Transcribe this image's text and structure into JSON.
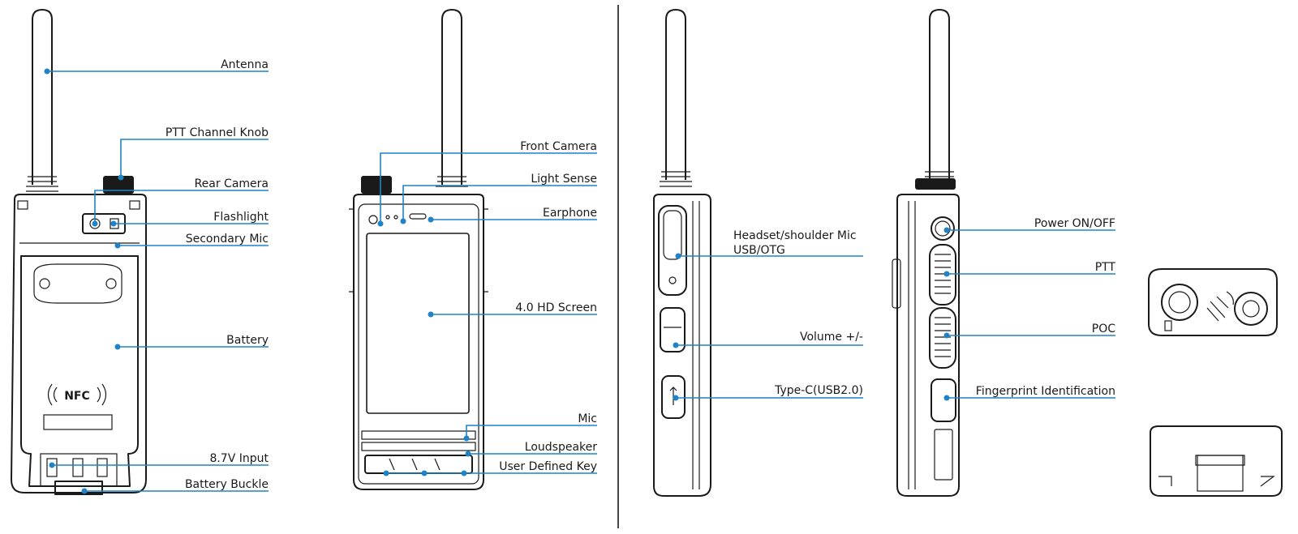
{
  "labels": {
    "antenna": "Antenna",
    "ptt_channel_knob": "PTT Channel Knob",
    "rear_camera": "Rear Camera",
    "flashlight": "Flashlight",
    "secondary_mic": "Secondary Mic",
    "battery": "Battery",
    "input_87v": "8.7V Input",
    "battery_buckle": "Battery Buckle",
    "front_camera": "Front Camera",
    "light_sense": "Light Sense",
    "earphone": "Earphone",
    "hd_screen": "4.0 HD Screen",
    "mic": "Mic",
    "loudspeaker": "Loudspeaker",
    "user_defined_key": "User Defined Key",
    "headset_mic": "Headset/shoulder Mic",
    "usb_otg": "USB/OTG",
    "volume": "Volume +/-",
    "type_c": "Type-C(USB2.0)",
    "power": "Power ON/OFF",
    "ptt": "PTT",
    "poc": "POC",
    "fingerprint": "Fingerprint Identification"
  },
  "device_text": {
    "nfc": "NFC"
  },
  "colors": {
    "callout": "#1f83c8",
    "outline": "#1a1a1a"
  }
}
